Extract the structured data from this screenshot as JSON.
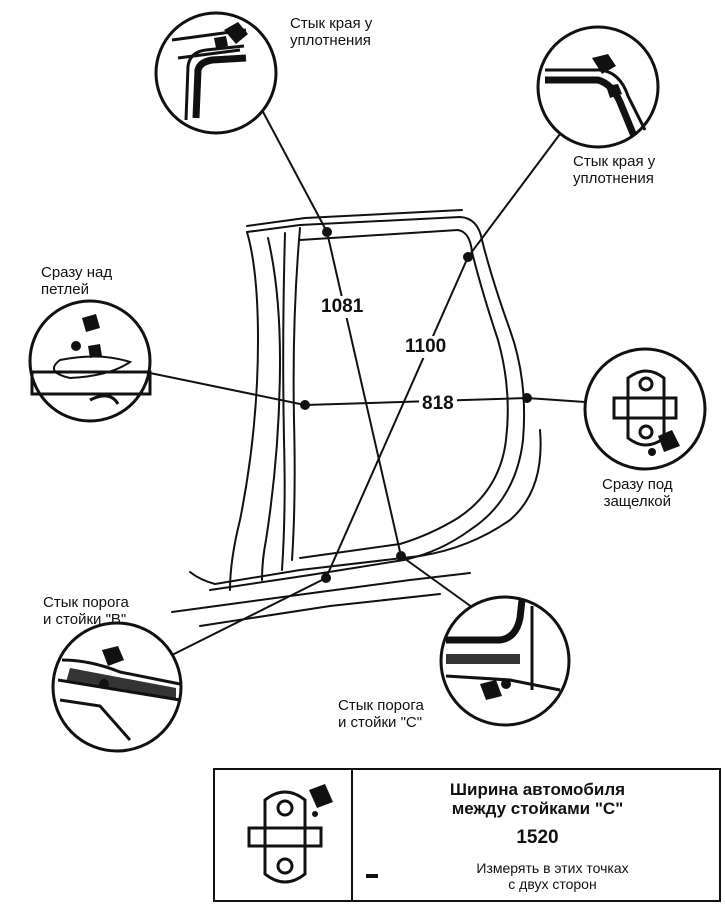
{
  "callouts": {
    "top_left": [
      "Стык края у",
      "уплотнения"
    ],
    "top_right": [
      "Стык края у",
      "уплотнения"
    ],
    "hinge": [
      "Сразу над",
      "петлей"
    ],
    "latch": [
      "Сразу под",
      "защелкой"
    ],
    "sill_b": [
      "Стык порога",
      "и стойки \"B\""
    ],
    "sill_c": [
      "Стык порога",
      "и стойки \"C\""
    ]
  },
  "dimensions": {
    "d1081": "1081",
    "d1100": "1100",
    "d818": "818"
  },
  "legend": {
    "title_line1": "Ширина автомобиля",
    "title_line2": "между стойками \"C\"",
    "value": "1520",
    "note_line1": "Измерять в этих точках",
    "note_line2": "с двух сторон"
  }
}
